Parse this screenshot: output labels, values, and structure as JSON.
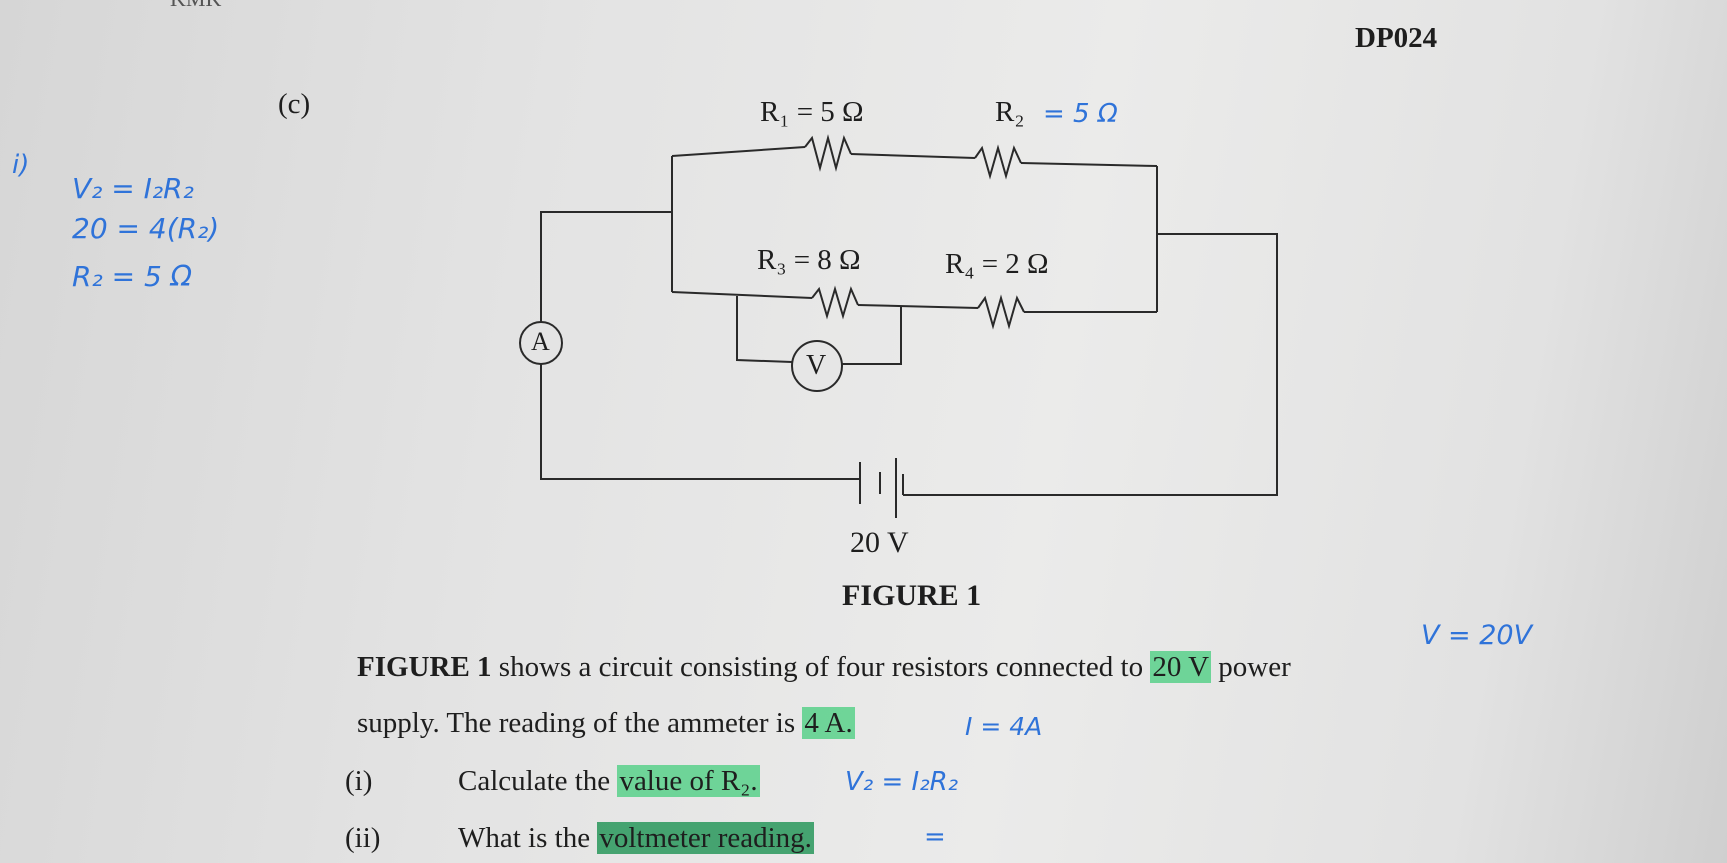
{
  "header": {
    "code": "DP024",
    "cropped_top": "KMK"
  },
  "question": {
    "label": "(c)"
  },
  "handwritten": {
    "part_marker": "i)",
    "lines": [
      "V₂ = I₂R₂",
      "20 = 4(R₂)",
      "R₂ = 5 Ω"
    ],
    "r2_annotation": "= 5 Ω",
    "v_note": "V = 20V",
    "i_note": "I = 4A",
    "v2_note": "V₂ = I₂R₂",
    "equals": "="
  },
  "circuit": {
    "r1_label": "R₁ = 5 Ω",
    "r2_label": "R₂",
    "r3_label": "R₃ = 8 Ω",
    "r4_label": "R₄ = 2 Ω",
    "ammeter": "A",
    "voltmeter": "V",
    "supply_label": "20 V",
    "figure_caption": "FIGURE 1"
  },
  "text": {
    "p1_bold": "FIGURE 1",
    "p1_rest": " shows a circuit consisting of four resistors connected to ",
    "p1_hl": "20 V",
    "p1_end": " power",
    "p2_start": "supply. The reading of the ammeter is ",
    "p2_hl": "4 A.",
    "q1_num": "(i)",
    "q1_text_a": "Calculate the ",
    "q1_text_hl": "value of R₂.",
    "q2_num": "(ii)",
    "q2_text_a": "What is the ",
    "q2_text_hl": "voltmeter reading."
  },
  "colors": {
    "ink": "#1e1e1e",
    "pen": "#2f73d9",
    "highlighter": "#46cd7d"
  }
}
